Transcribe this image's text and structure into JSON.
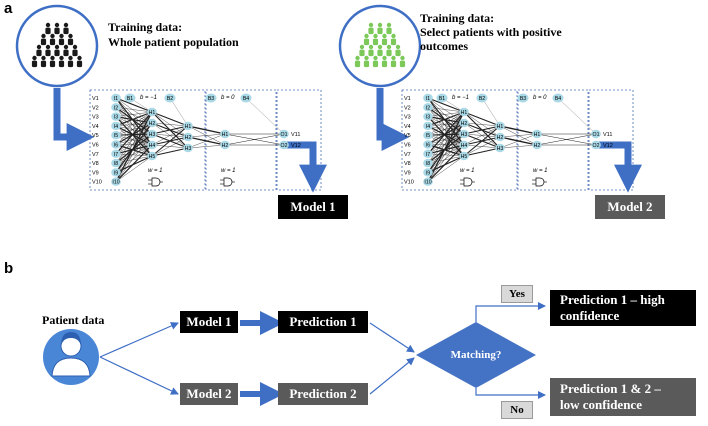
{
  "panel_a": {
    "label": "a",
    "left": {
      "title": "Training data:",
      "subtitle": "Whole patient population",
      "model_label": "Model 1"
    },
    "right": {
      "title": "Training data:",
      "subtitle": "Select patients with positive",
      "subtitle2": "outcomes",
      "model_label": "Model 2"
    },
    "network": {
      "inputs": [
        "V1",
        "V2",
        "V3",
        "V4",
        "V5",
        "V6",
        "V7",
        "V8",
        "V9",
        "V10"
      ],
      "input_nodes": [
        "I1",
        "I2",
        "I3",
        "I4",
        "I5",
        "I6",
        "I7",
        "I8",
        "I9",
        "I10"
      ],
      "hidden1": [
        "H1",
        "H2",
        "H3",
        "H4",
        "H5"
      ],
      "hidden2": [
        "H1",
        "H2",
        "H3"
      ],
      "hidden3": [
        "H1",
        "H2"
      ],
      "outputs": [
        "O1",
        "O2"
      ],
      "output_vars": [
        "V11",
        "V12"
      ],
      "bias": [
        "B1",
        "B2",
        "B3",
        "B4"
      ],
      "b1_label": "b = −1",
      "b2_label": "b = 0",
      "w1_label": "w = 1",
      "w2_label": "w = 1"
    },
    "colors": {
      "left_people": "#1a1a1a",
      "right_people": "#7cc95a",
      "node": "#a9d8e6",
      "arrow": "#3f6fc5"
    }
  },
  "panel_b": {
    "label": "b",
    "patient_label": "Patient data",
    "model1": "Model 1",
    "model2": "Model 2",
    "pred1": "Prediction 1",
    "pred2": "Prediction 2",
    "decision": "Matching?",
    "yes": "Yes",
    "no": "No",
    "out_high": "Prediction 1 – high",
    "out_high2": "confidence",
    "out_low": "Prediction 1 & 2  –",
    "out_low2": "low confidence",
    "colors": {
      "dark": "#000000",
      "gray": "#5a5a5a",
      "diamond": "#4472c4",
      "avatar": "#4a86d6"
    }
  }
}
